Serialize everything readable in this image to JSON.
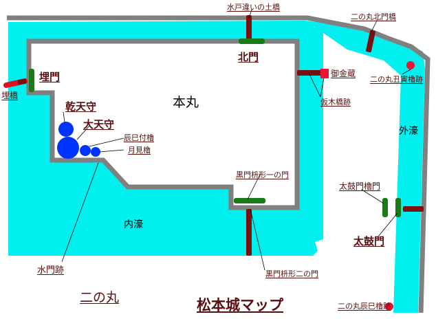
{
  "map": {
    "title": "松本城マップ",
    "areas": {
      "honmaru": "本丸",
      "ninomaru": "二の丸",
      "uchibori": "内濠",
      "sotobori": "外濠"
    },
    "labels": {
      "kitamon": "北門",
      "uzumimon": "埋門",
      "uzumibashi": "埋橋",
      "inui_tenshu": "乾天守",
      "dai_tenshu": "大天守",
      "tatsumi_tsukiyagura": "辰巳付櫓",
      "tsukimiyagura": "月見櫓",
      "gokinzo": "御金蔵",
      "karikibashi": "仮木橋跡",
      "mito_bridge": "水戸違いの土橋",
      "ninomaru_kitamonbashi": "二の丸北門橋",
      "ushitora_yagura": "二の丸丑寅櫓跡",
      "kuromon_1": "黒門枡形一の門",
      "kuromon_2": "黒門枡形二の門",
      "taikomon_yagura": "太鼓門櫓門",
      "taikomon": "太鼓門",
      "mizumon": "水門跡",
      "tatsumi_yagura": "二の丸辰巳櫓跡"
    },
    "colors": {
      "moat": "#00f0f0",
      "wall": "#808080",
      "bridge": "#7a1010",
      "gate": "#1a7a1a",
      "tower": "#0033ff",
      "marker": "#ee1133",
      "label": "#5a0d0d"
    }
  }
}
